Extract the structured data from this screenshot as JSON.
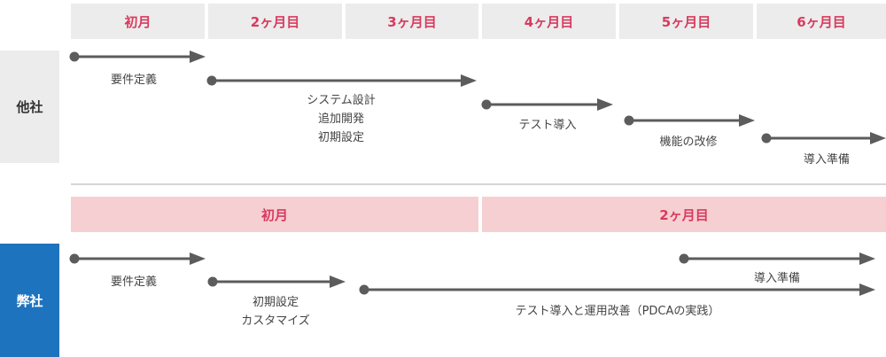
{
  "colors": {
    "month_text": "#d83a5f",
    "month_bg": "#ececec",
    "month_bg_ours": "#f6cfd2",
    "ours_label_bg": "#1e73be",
    "arrow": "#5c5c5c"
  },
  "other": {
    "row_label": "他社",
    "months": [
      "初月",
      "2ヶ月目",
      "3ヶ月目",
      "4ヶ月目",
      "5ヶ月目",
      "6ヶ月目"
    ],
    "steps": [
      {
        "lines": [
          "要件定義"
        ]
      },
      {
        "lines": [
          "システム設計",
          "追加開発",
          "初期設定"
        ]
      },
      {
        "lines": [
          "テスト導入"
        ]
      },
      {
        "lines": [
          "機能の改修"
        ]
      },
      {
        "lines": [
          "導入準備"
        ]
      }
    ]
  },
  "ours": {
    "row_label": "弊社",
    "months": [
      "初月",
      "2ヶ月目"
    ],
    "steps": [
      {
        "lines": [
          "要件定義"
        ]
      },
      {
        "lines": [
          "初期設定",
          "カスタマイズ"
        ]
      },
      {
        "lines": [
          "導入準備"
        ]
      },
      {
        "lines": [
          "テスト導入と運用改善（PDCAの実践）"
        ]
      }
    ]
  }
}
